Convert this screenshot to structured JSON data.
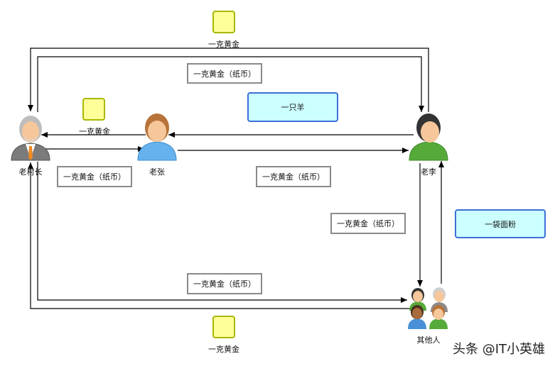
{
  "people": {
    "chief": "老村长",
    "zhang": "老张",
    "li": "老李",
    "others": "其他人"
  },
  "gold_label": "一克黄金",
  "paper_label": "一克黄金（纸币）",
  "goods": {
    "sheep": "一只羊",
    "flour": "一袋面粉"
  },
  "watermark": "头条 @IT小英雄"
}
